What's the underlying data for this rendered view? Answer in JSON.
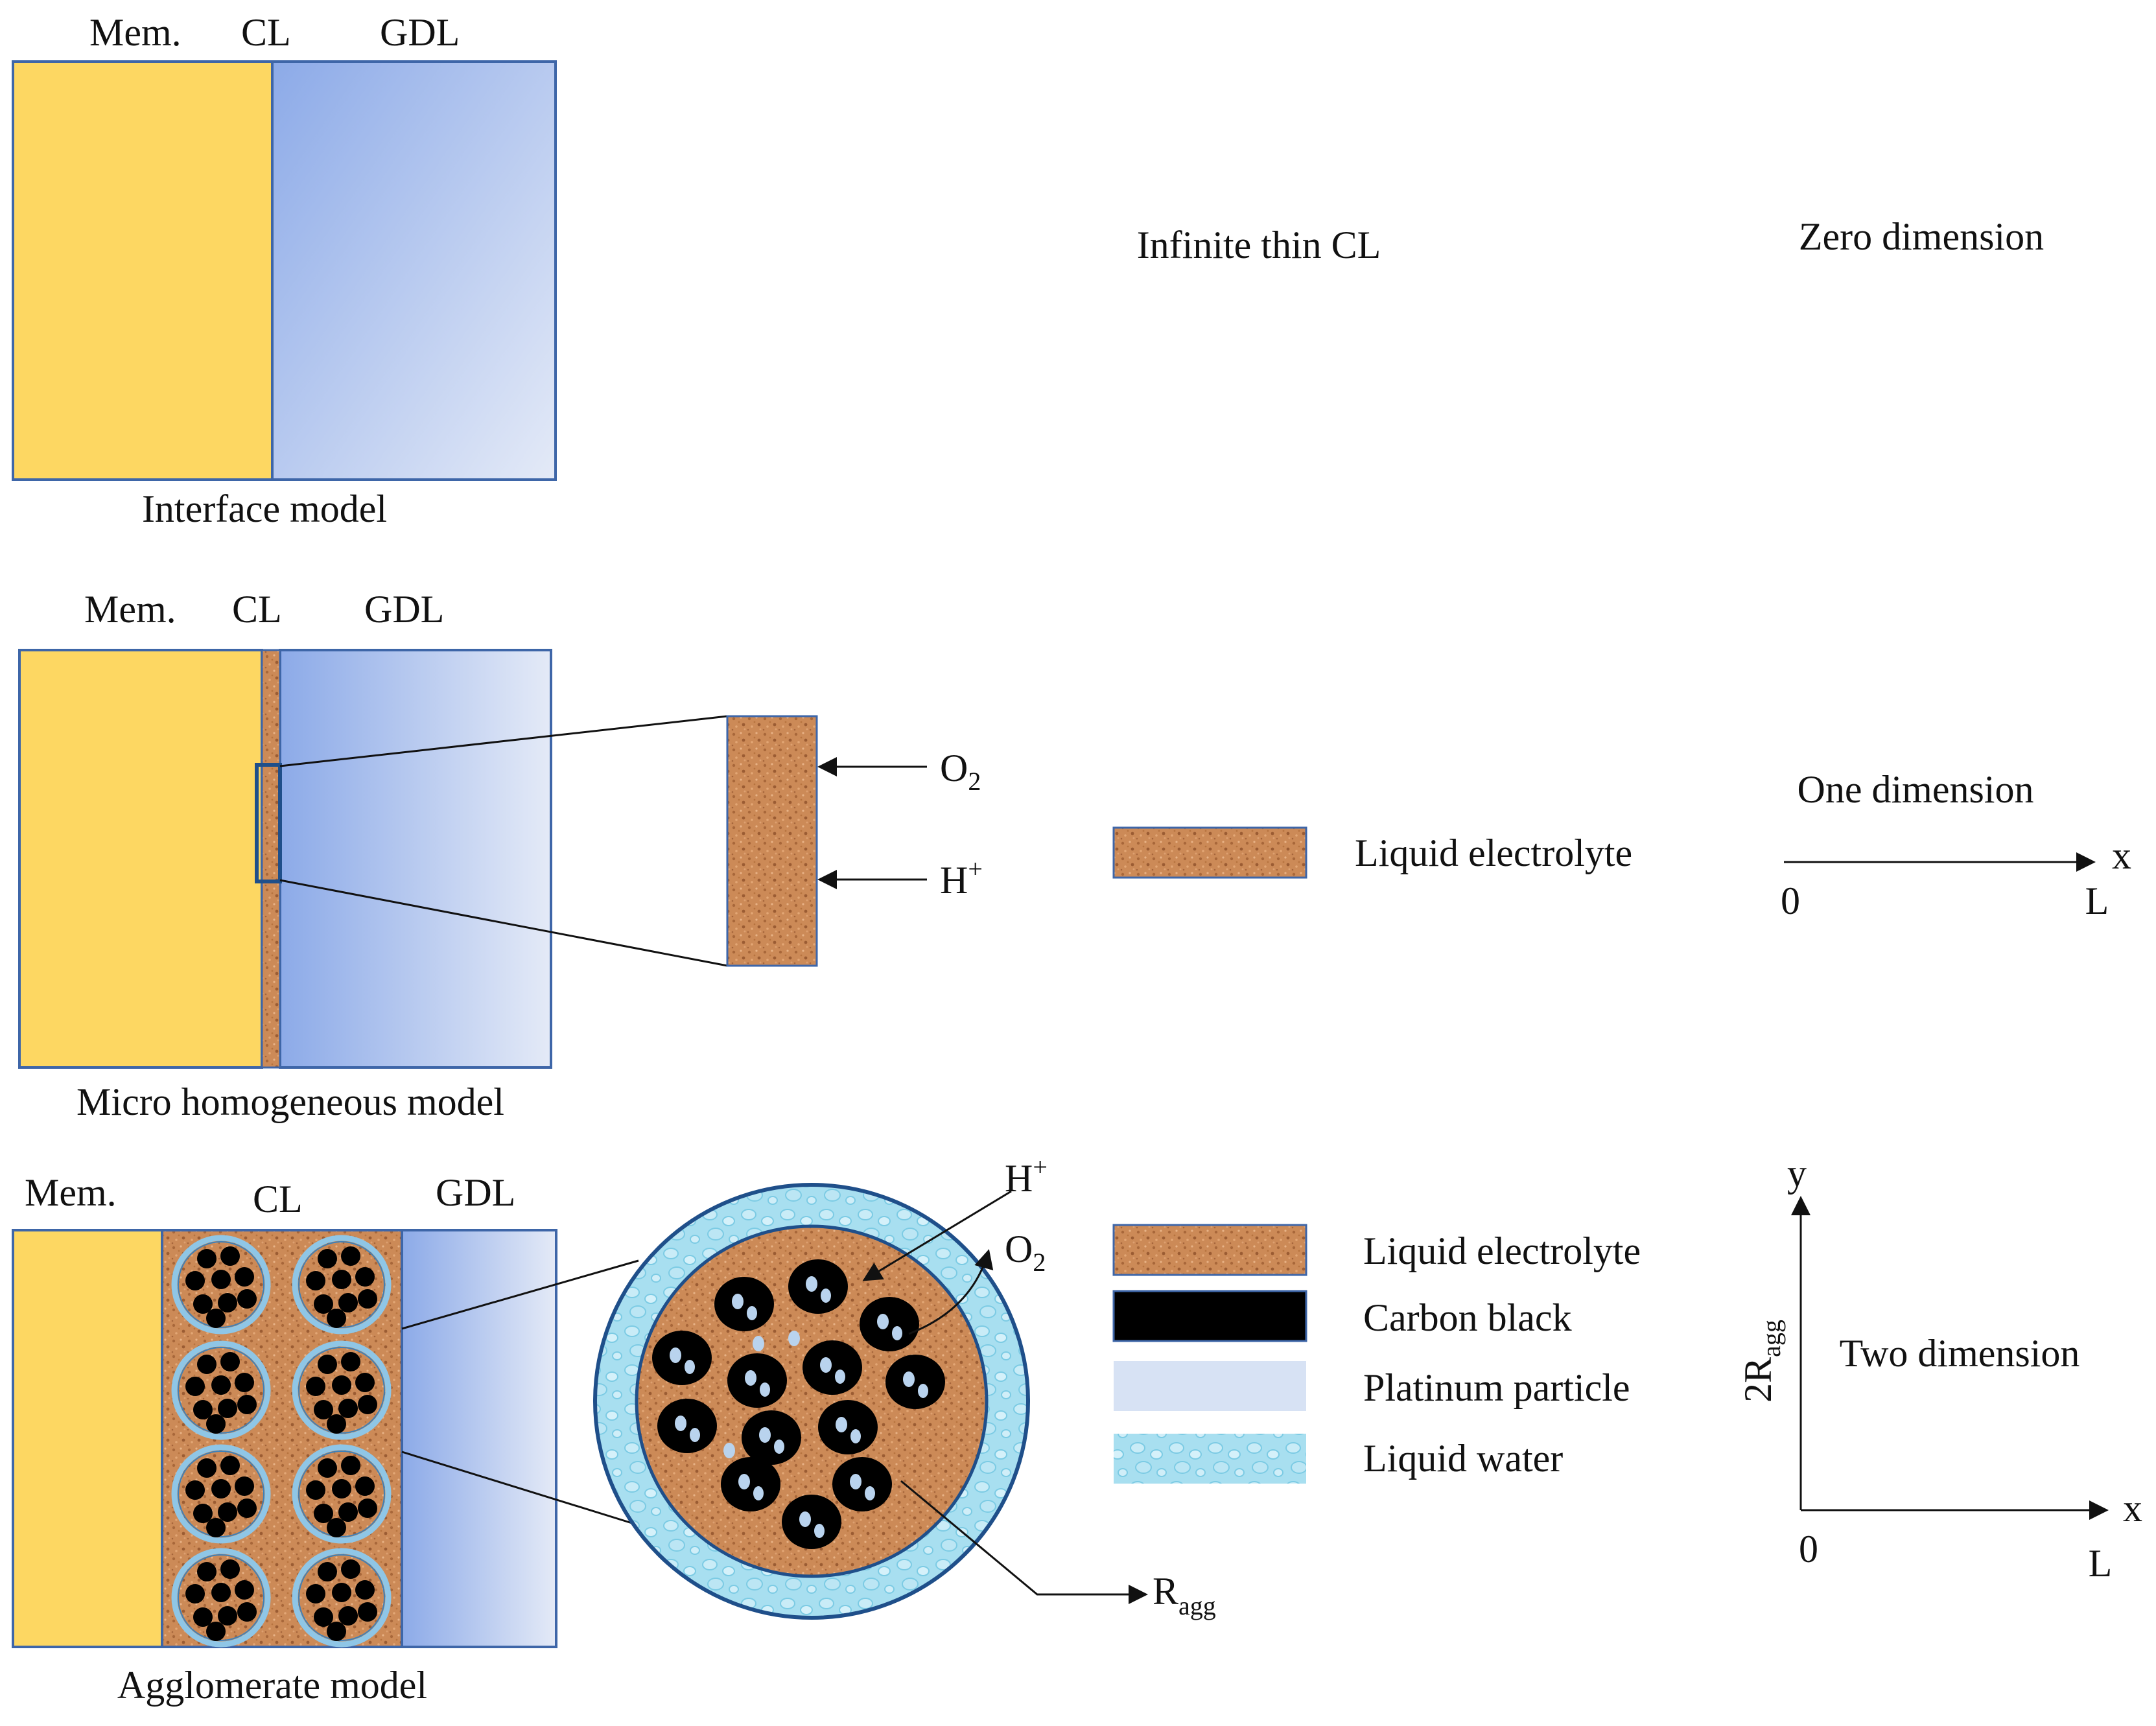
{
  "colors": {
    "membrane": "#FDD762",
    "gdl_dark": "#8CAAE8",
    "gdl_light": "#E4EAF7",
    "border": "#3E66A8",
    "electrolyte": "#CC8A57",
    "carbon": "#000000",
    "platinum": "#D7E2F4",
    "water": "#A8DFF0"
  },
  "interface_model": {
    "mem_label": "Mem.",
    "cl_label": "CL",
    "gdl_label": "GDL",
    "caption": "Interface model",
    "description": "Infinite thin CL",
    "dimension": "Zero dimension"
  },
  "micro_model": {
    "mem_label": "Mem.",
    "cl_label": "CL",
    "gdl_label": "GDL",
    "caption": "Micro homogeneous model",
    "o2_label": "O",
    "o2_sub": "2",
    "h_label": "H",
    "h_sup": "+",
    "legend_label": "Liquid electrolyte",
    "dimension": "One dimension",
    "axis": {
      "x_label": "x",
      "origin": "0",
      "end": "L"
    }
  },
  "agglomerate_model": {
    "mem_label": "Mem.",
    "cl_label": "CL",
    "gdl_label": "GDL",
    "caption": "Agglomerate model",
    "h_label": "H",
    "h_sup": "+",
    "o2_label": "O",
    "o2_sub": "2",
    "radius_label": "R",
    "radius_sub": "agg",
    "legend": [
      {
        "label": "Liquid electrolyte",
        "kind": "electrolyte"
      },
      {
        "label": "Carbon black",
        "kind": "carbon"
      },
      {
        "label": "Platinum particle",
        "kind": "platinum"
      },
      {
        "label": "Liquid water",
        "kind": "water"
      }
    ],
    "dimension": "Two dimension",
    "axis": {
      "x_label": "x",
      "y_label": "y",
      "origin": "0",
      "end": "L",
      "y_extent": "2R",
      "y_extent_sub": "agg"
    }
  }
}
